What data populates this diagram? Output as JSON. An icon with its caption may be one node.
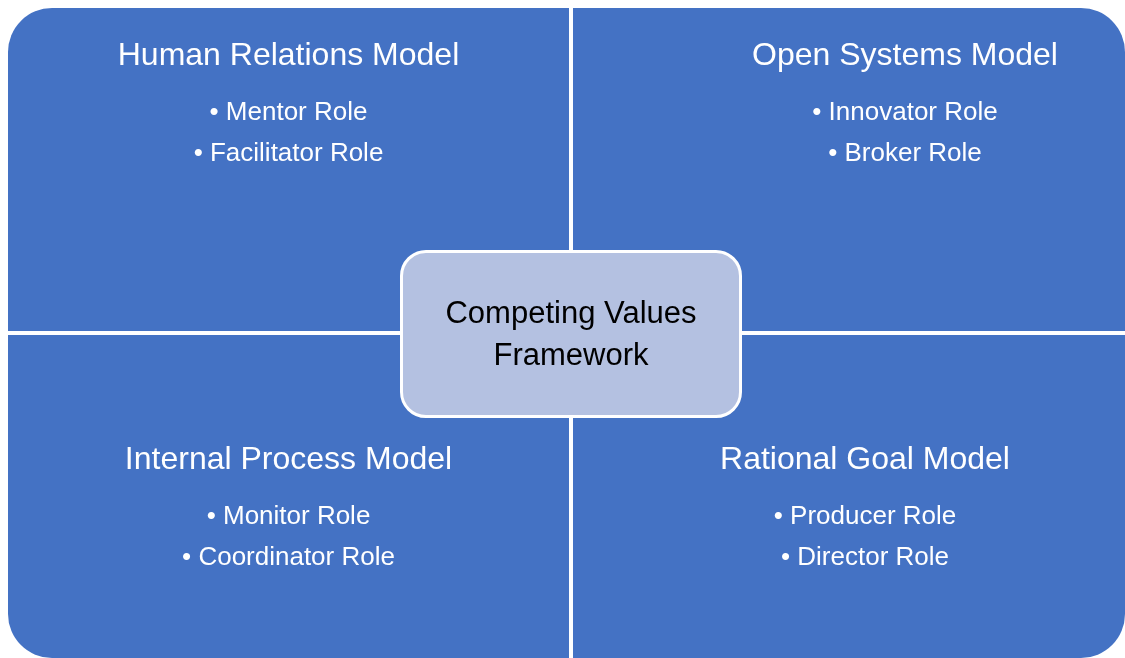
{
  "diagram": {
    "nodes": [
      {
        "text": [
          "Human Relations Model",
          "• Mentor Role",
          "• Facilitator Role"
        ]
      },
      {
        "text": [
          "Open Systems Model",
          "• Innovator Role",
          "• Broker Role"
        ]
      },
      {
        "text": [
          "Competing Values Framework"
        ]
      },
      {
        "text": [
          "Internal Process Model",
          "• Monitor Role",
          "• Coordinator Role"
        ]
      },
      {
        "text": [
          "Rational Goal Model",
          "• Producer Role",
          "• Director Role"
        ]
      }
    ]
  }
}
